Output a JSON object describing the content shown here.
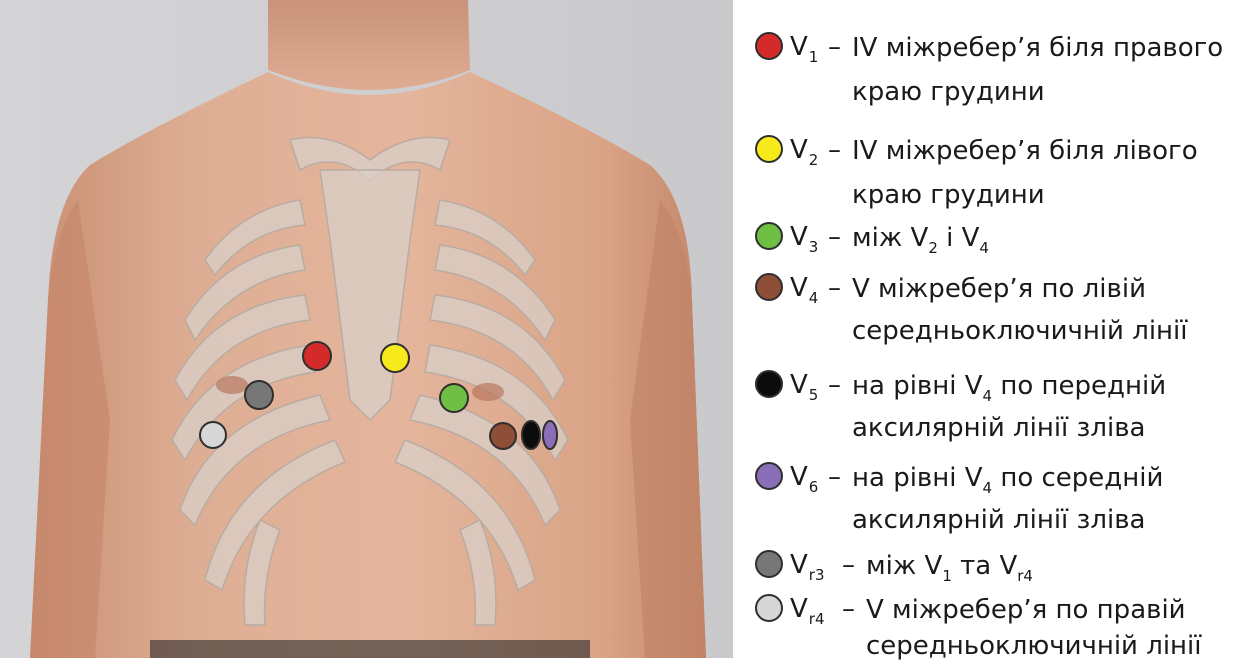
{
  "legend": {
    "items": [
      {
        "key": "v1",
        "letter": "V",
        "sub": "1",
        "color": "#d42a2a",
        "text1": "IV міжребер’я біля правого",
        "text2": "краю грудини"
      },
      {
        "key": "v2",
        "letter": "V",
        "sub": "2",
        "color": "#f7ea1c",
        "text1": "IV міжребер’я біля лівого",
        "text2": "краю грудини"
      },
      {
        "key": "v3",
        "letter": "V",
        "sub": "3",
        "color": "#6fbf45",
        "t_a": "між V",
        "t_sub1": "2",
        "t_b": " і V",
        "t_sub2": "4"
      },
      {
        "key": "v4",
        "letter": "V",
        "sub": "4",
        "color": "#8e4e38",
        "text1": "V міжребер’я по лівій",
        "text2": "середньоключичній лінії"
      },
      {
        "key": "v5",
        "letter": "V",
        "sub": "5",
        "color": "#0c0c0c",
        "t_a": "на рівні V",
        "t_sub1": "4",
        "t_b": " по передній",
        "text2": "аксилярній лінії зліва"
      },
      {
        "key": "v6",
        "letter": "V",
        "sub": "6",
        "color": "#8a6fb8",
        "t_a": "на рівні V",
        "t_sub1": "4",
        "t_b": " по середній",
        "text2": "аксилярній лінії зліва"
      },
      {
        "key": "vr3",
        "letter": "V",
        "sub": "r3",
        "color": "#777777",
        "t_a": "між V",
        "t_sub1": "1",
        "t_b": " та V",
        "t_sub2": "r4"
      },
      {
        "key": "vr4",
        "letter": "V",
        "sub": "r4",
        "color": "#d7d7d7",
        "text1": "V міжребер’я по правій",
        "text2": "середньоключичній лінії"
      }
    ],
    "dash": "–"
  }
}
